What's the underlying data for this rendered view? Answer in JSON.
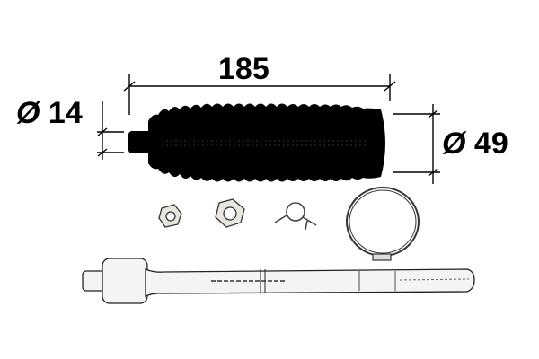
{
  "diagram": {
    "subject": "steering rack boot kit with inner tie rod",
    "dimensions": {
      "length": {
        "value": "185"
      },
      "small_diameter": {
        "symbol": "Ø",
        "value": "14"
      },
      "large_diameter": {
        "symbol": "Ø",
        "value": "49"
      }
    },
    "parts": [
      {
        "id": "bellows-boot",
        "label": "rubber bellows boot"
      },
      {
        "id": "nut-small",
        "label": "hex nut"
      },
      {
        "id": "nut-large",
        "label": "hex nut"
      },
      {
        "id": "spring-clip",
        "label": "spring clamp"
      },
      {
        "id": "band-clamp",
        "label": "band clamp"
      },
      {
        "id": "tie-rod",
        "label": "inner tie rod / axial joint"
      }
    ],
    "colors": {
      "ink": "#000000",
      "background": "#ffffff",
      "metal": "#e8e8e8"
    }
  }
}
